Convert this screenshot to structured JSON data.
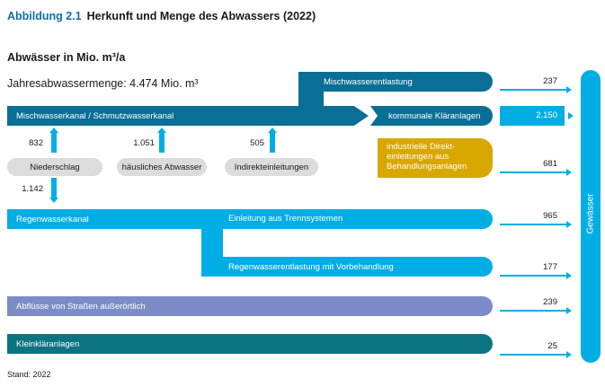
{
  "figure": {
    "number": "Abbildung 2.1",
    "title": "Herkunft und Menge des Abwassers (2022)",
    "subtitle": "Abwässer in Mio. m³/a",
    "total": "Jahresabwassermenge: 4.474 Mio. m³",
    "note": "Stand: 2022"
  },
  "flows": {
    "mischwasserkanal": "Mischwasserkanal / Schmutzwasserkanal",
    "mischwasserentlastung": "Mischwasserentlastung",
    "kommunale": "kommunale Kläranlagen",
    "industrielle": [
      "industrielle Direkt-",
      "einleitungen aus",
      "Behandlungsanlagen"
    ],
    "regenwasserkanal": "Regenwasserkanal",
    "trennsystem": "Einleitung aus Trennsystemen",
    "regenentlastung": "Regenwasserentlastung mit Vorbehandlung",
    "strassen": "Abflüsse von Straßen außerörtlich",
    "klein": "Kleinkläranlagen",
    "gewaesser": "Gewässer"
  },
  "sources": {
    "niederschlag": "Niederschlag",
    "haeuslich": "häusliches Abwasser",
    "indirekt": "Indirekteinleitungen",
    "v_niederschlag_up": "832",
    "v_niederschlag_down": "1.142",
    "v_haeuslich": "1.051",
    "v_indirekt": "505"
  },
  "values": {
    "mischwasserentlastung": "237",
    "kommunale": "2.150",
    "industrielle": "681",
    "trennsystem": "965",
    "regenentlastung": "177",
    "strassen": "239",
    "klein": "25"
  },
  "colors": {
    "dark_teal": "#0a6f96",
    "light_blue": "#00aee6",
    "yellow": "#d8a700",
    "lavender": "#7b8cc8",
    "teal": "#0b7480",
    "gray": "#dcdcdc"
  }
}
